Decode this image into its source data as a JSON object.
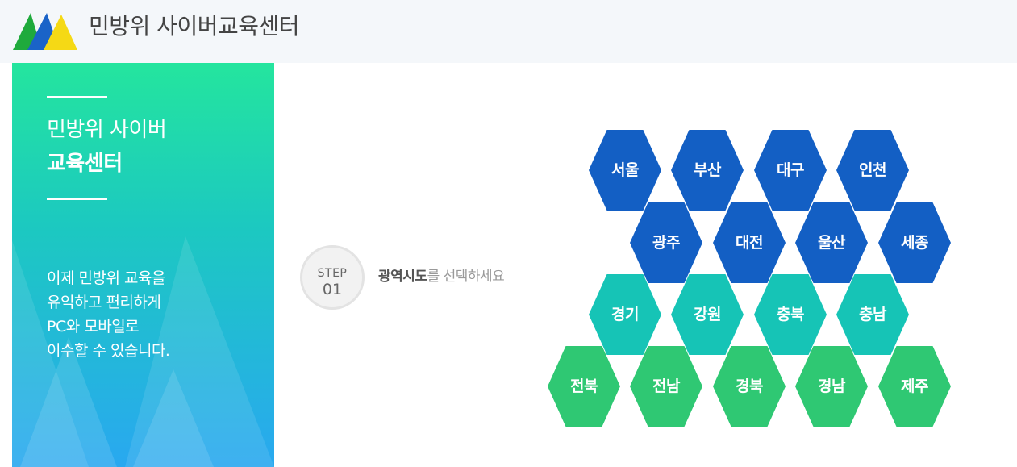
{
  "header": {
    "site_title": "민방위 사이버교육센터",
    "logo_icon": "mountain-logo-icon"
  },
  "side_panel": {
    "title_line1": "민방위 사이버",
    "title_line2": "교육센터",
    "description": [
      " 이제 민방위 교육을",
      "유익하고 편리하게",
      "PC와 모바일로",
      "이수할 수 있습니다."
    ]
  },
  "step": {
    "label": "STEP",
    "number": "01",
    "text_strong": "광역시도",
    "text_rest": "를 선택하세요"
  },
  "regions": {
    "row1": [
      "서울",
      "부산",
      "대구",
      "인천"
    ],
    "row2": [
      "광주",
      "대전",
      "울산",
      "세종"
    ],
    "row3": [
      "경기",
      "강원",
      "충북",
      "충남"
    ],
    "row4": [
      "전북",
      "전남",
      "경북",
      "경남",
      "제주"
    ]
  },
  "colors": {
    "metro_blue": "#135fc4",
    "teal": "#16c4b6",
    "green": "#2fc873",
    "panel_top": "#24e59e",
    "panel_bottom": "#29a8f0"
  }
}
